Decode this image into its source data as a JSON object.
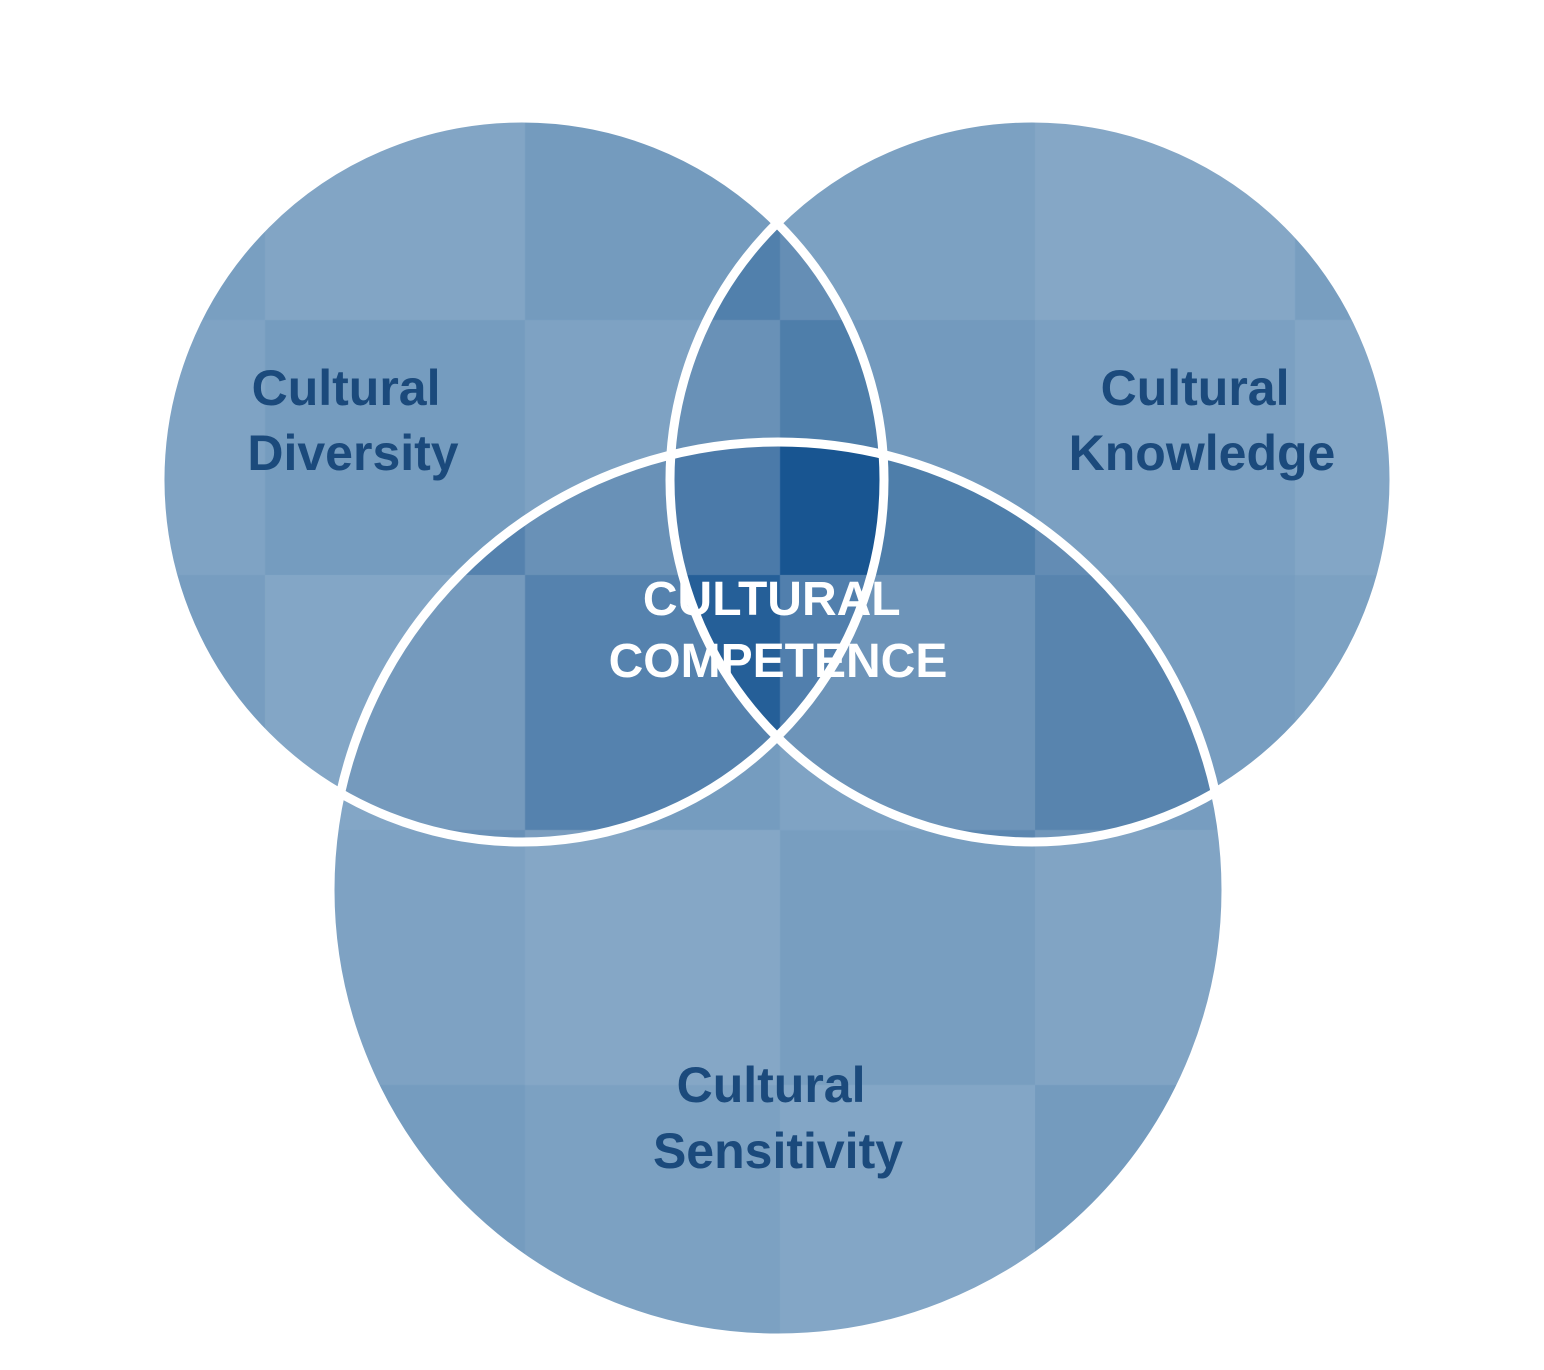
{
  "diagram": {
    "type": "venn-3",
    "circles": [
      {
        "id": "diversity",
        "lines": [
          "Cultural",
          "Diversity"
        ]
      },
      {
        "id": "knowledge",
        "lines": [
          "Cultural",
          "Knowledge"
        ]
      },
      {
        "id": "sensitivity",
        "lines": [
          "Cultural",
          "Sensitivity"
        ]
      }
    ],
    "center": {
      "lines": [
        "CULTURAL",
        "COMPETENCE"
      ]
    },
    "colors": {
      "circle_fill": "#7199bd",
      "pair_overlap_fill": "#4a7aa8",
      "center_fill": "#0f4f8e",
      "outer_label": "#1b4a7c",
      "center_label": "#ffffff",
      "outline": "#ffffff"
    }
  }
}
